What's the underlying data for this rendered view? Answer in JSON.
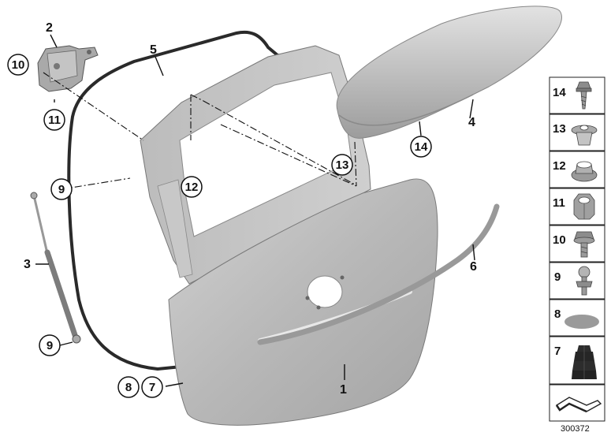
{
  "parts": {
    "p1": "1",
    "p2": "2",
    "p3": "3",
    "p4": "4",
    "p5": "5",
    "p6": "6",
    "p7": "7",
    "p8": "8",
    "p9a": "9",
    "p9b": "9",
    "p10": "10",
    "p11": "11",
    "p12": "12",
    "p13": "13",
    "p14": "14"
  },
  "legend": {
    "items": [
      {
        "num": "14",
        "icon": "screw-icon"
      },
      {
        "num": "13",
        "icon": "clip-nut-icon"
      },
      {
        "num": "12",
        "icon": "weld-nut-icon"
      },
      {
        "num": "11",
        "icon": "hex-nut-icon"
      },
      {
        "num": "10",
        "icon": "hex-bolt-icon"
      },
      {
        "num": "9",
        "icon": "ball-stud-icon"
      },
      {
        "num": "8",
        "icon": "oval-pad-icon"
      },
      {
        "num": "7",
        "icon": "rubber-buffer-icon"
      }
    ]
  },
  "reference_number": "300372",
  "colors": {
    "panel": "#bdbdbd",
    "panel_dark": "#9a9a9a",
    "panel_light": "#d9d9d9",
    "seal": "#2a2a2a"
  }
}
